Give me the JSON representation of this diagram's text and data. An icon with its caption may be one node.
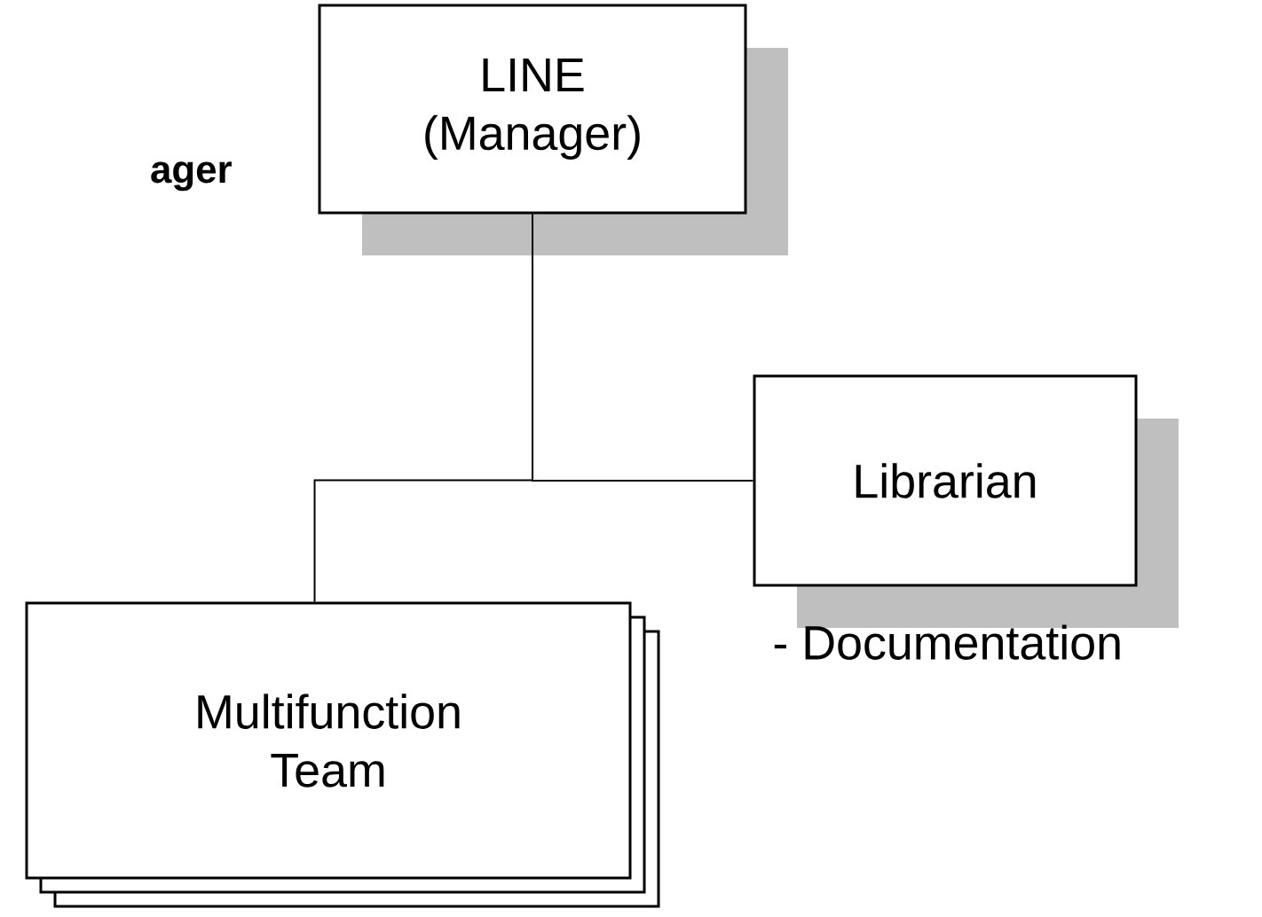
{
  "diagram": {
    "nodes": [
      {
        "text": [
          "LINE (Manager)"
        ]
      },
      {
        "text": [
          "Librarian"
        ],
        "beside": [
          "- Documentation"
        ]
      },
      {
        "text": [
          "Multifunction Team"
        ]
      }
    ],
    "edges": [
      {
        "from": 0,
        "to": 1,
        "arrow": "none"
      },
      {
        "from": 0,
        "to": 2,
        "arrow": "none"
      }
    ],
    "labels": [
      "ager"
    ]
  }
}
